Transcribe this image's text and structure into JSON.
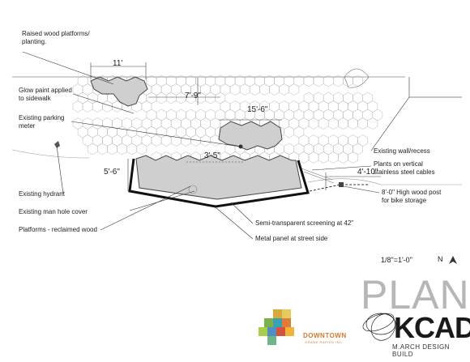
{
  "annotations": {
    "raised_platforms": "Raised wood platforms/\nplanting.",
    "glow_paint": "Glow paint applied\nto sidewalk",
    "parking_meter": "Existing parking\nmeter",
    "hydrant": "Existing hydrant",
    "manhole": "Existing man hole cover",
    "platforms_wood": "Platforms - reclaimed wood",
    "wall_recess": "Existing wall/recess",
    "plants_cables": "Plants on vertical\nstainless steel cables",
    "wood_post": "8'-0\" High wood post\nfor bike storage",
    "screening": "Semi-transparent screening at 42\"",
    "metal_panel": "Metal panel at street side"
  },
  "dimensions": {
    "d11": "11'",
    "d7_9": "7'-9\"",
    "d15_6": "15'-6\"",
    "d3_5": "3'-5\"",
    "d5_6": "5'-6\"",
    "d4_10": "4'-10\""
  },
  "sheet": {
    "title": "PLAN",
    "scale": "1/8\"=1'-0\"",
    "north": "N",
    "logo_kcad": "KCAD",
    "logo_kcad_sub": "M.ARCH DESIGN BUILD",
    "logo_dgr": "DOWNTOWN",
    "logo_dgr_sub": "GRAND RAPIDS INC"
  },
  "colors": {
    "platform_fill": "#cfcfcf",
    "hex_stroke": "#b5b5b5",
    "screening_stroke": "#111111",
    "plan_title": "#b6b6b6",
    "dgr_orange": "#d4792a"
  }
}
